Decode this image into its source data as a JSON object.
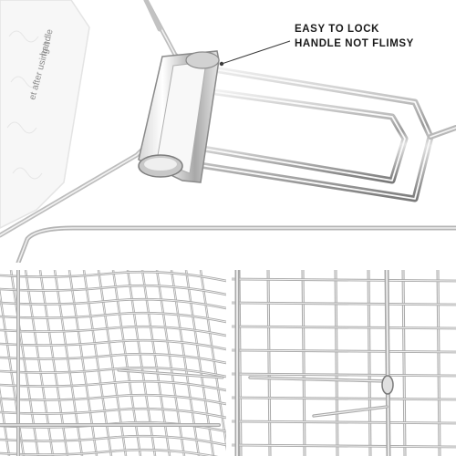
{
  "callout": {
    "line1": "EASY TO LOCK",
    "line2": "HANDLE NOT FLIMSY"
  },
  "packaging_text": {
    "line1": "handle",
    "line2": "et after using it"
  },
  "colors": {
    "background": "#ffffff",
    "metal_light": "#e8e8e8",
    "metal_mid": "#b8b8b8",
    "metal_dark": "#6e6e6e",
    "callout_text": "#1a1a1a"
  }
}
